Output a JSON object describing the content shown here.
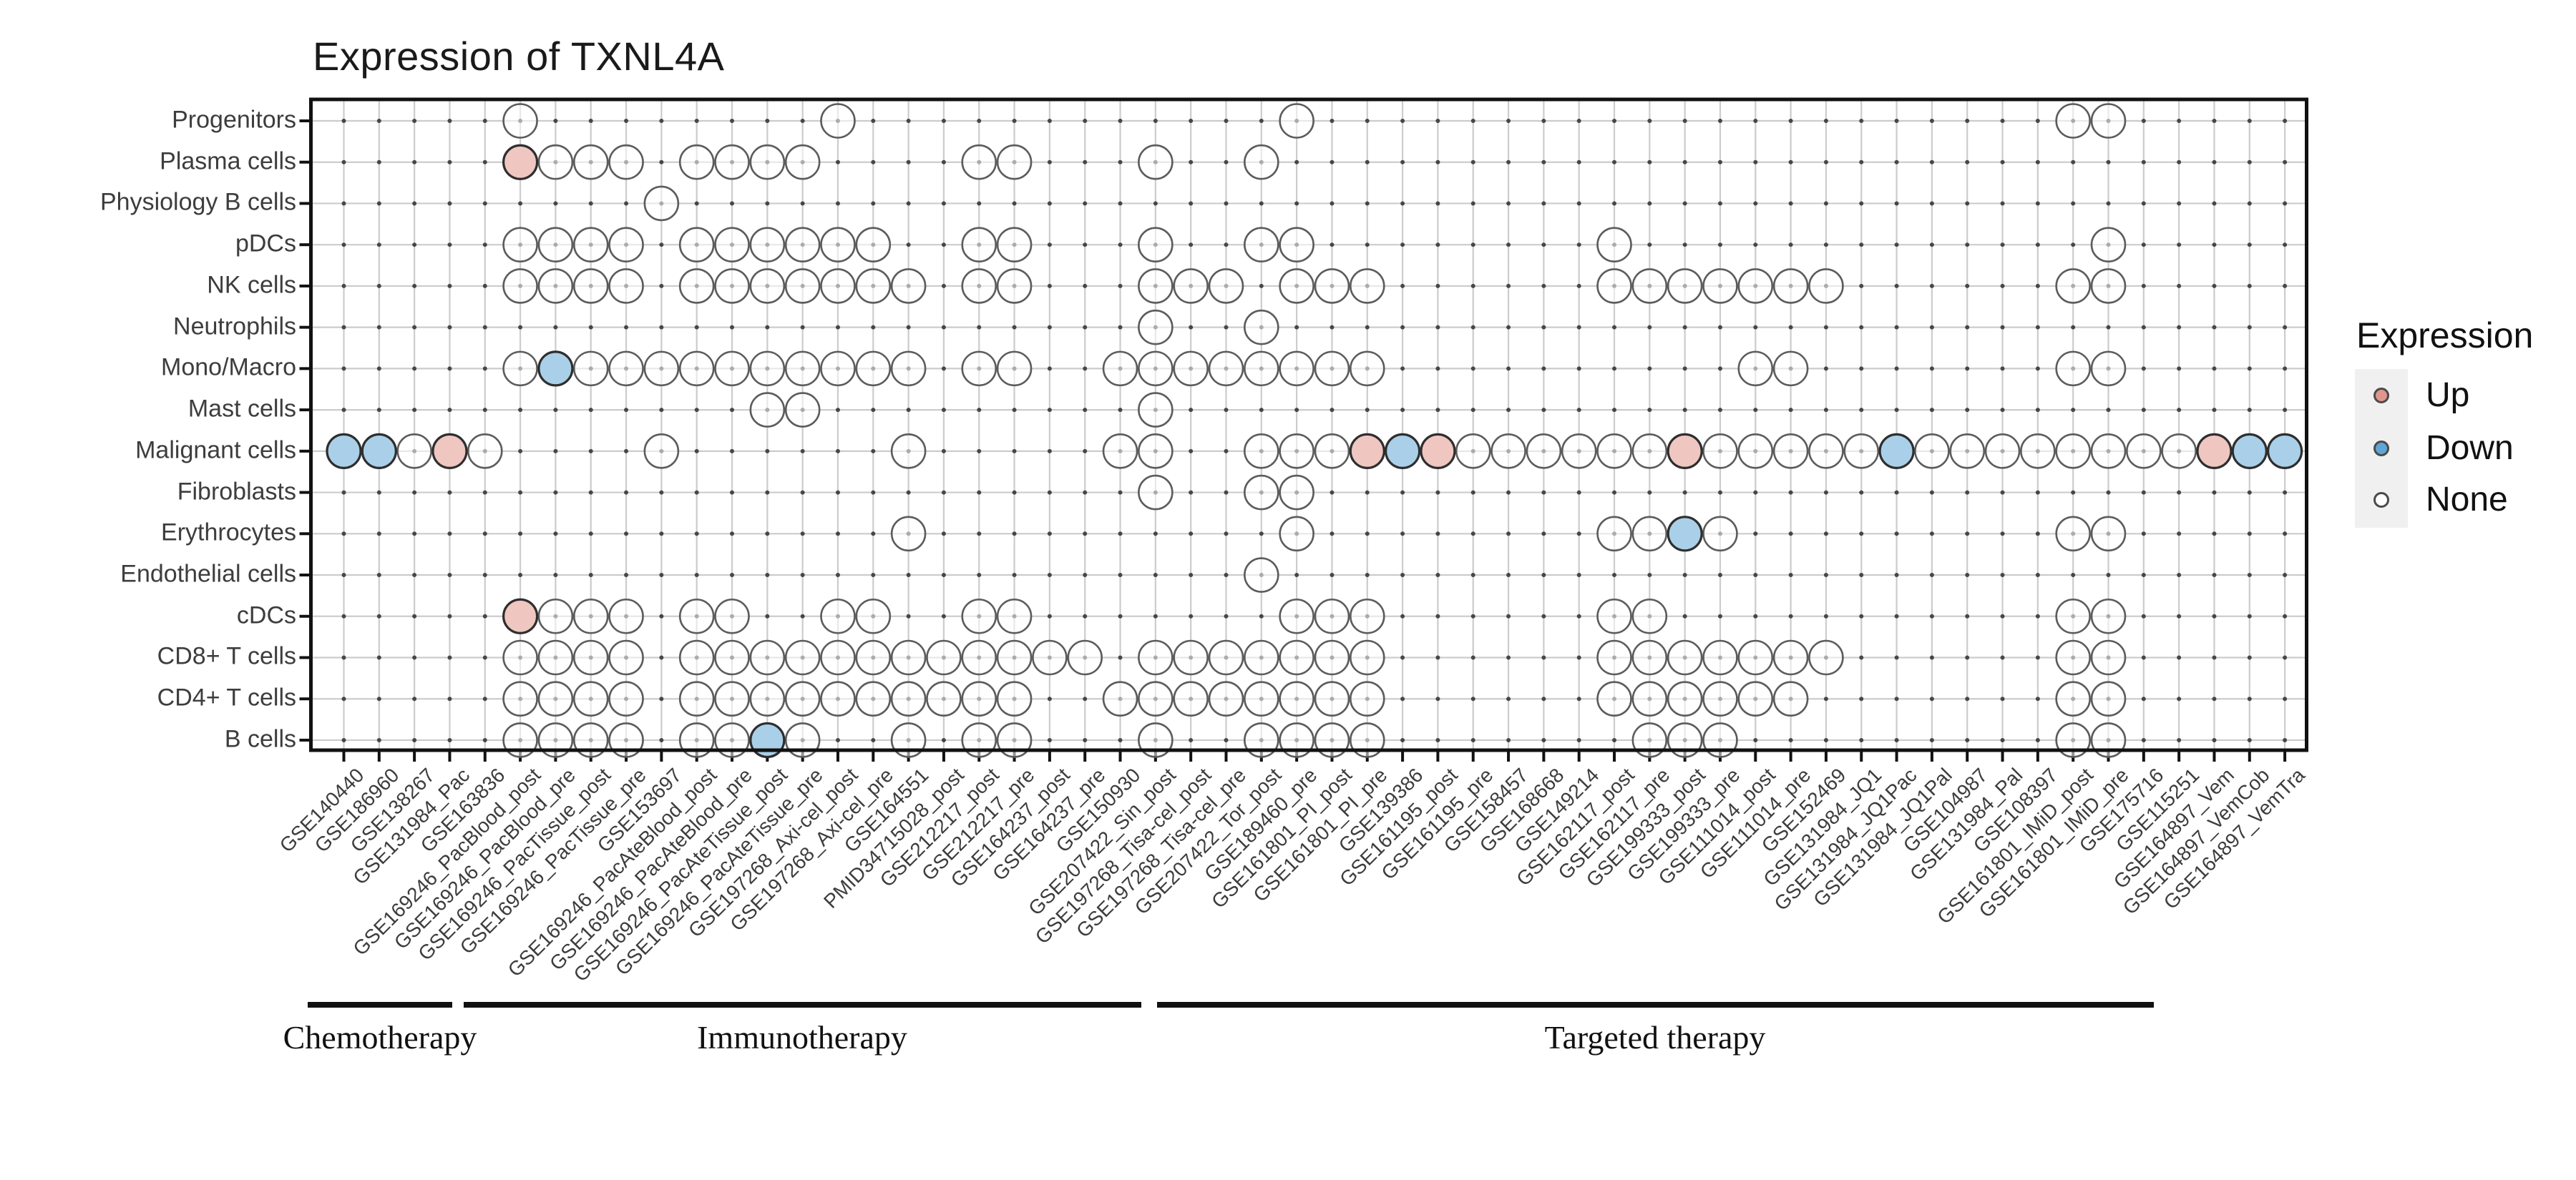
{
  "title": "Expression of TXNL4A",
  "legend": {
    "title": "Expression",
    "items": [
      {
        "label": "Up"
      },
      {
        "label": "Down"
      },
      {
        "label": "None"
      }
    ]
  },
  "colors": {
    "up_fill": "#efc7c0",
    "down_fill": "#a9d0e8",
    "none_fill": "rgba(255,255,255,0.55)",
    "none_stroke": "#5c5c5c",
    "filled_stroke": "#2e2e2e",
    "legend_up": "#e0968b",
    "legend_down": "#5fa6d7",
    "legend_none": "#ffffff",
    "grid": "#cccccc",
    "intersection_dot": "#2e2e2e",
    "axis": "#111111",
    "label_text": "#3d3d3d"
  },
  "chart_data": {
    "type": "dot-matrix",
    "title": "Expression of TXNL4A",
    "legend_position": "right",
    "grid": true,
    "rows": [
      "Progenitors",
      "Plasma cells",
      "Physiology B cells",
      "pDCs",
      "NK cells",
      "Neutrophils",
      "Mono/Macro",
      "Mast cells",
      "Malignant cells",
      "Fibroblasts",
      "Erythrocytes",
      "Endothelial cells",
      "cDCs",
      "CD8+ T cells",
      "CD4+ T cells",
      "B cells"
    ],
    "columns": [
      "GSE140440",
      "GSE186960",
      "GSE138267",
      "GSE131984_Pac",
      "GSE163836",
      "GSE169246_PacBlood_post",
      "GSE169246_PacBlood_pre",
      "GSE169246_PacTissue_post",
      "GSE169246_PacTissue_pre",
      "GSE153697",
      "GSE169246_PacAteBlood_post",
      "GSE169246_PacAteBlood_pre",
      "GSE169246_PacAteTissue_post",
      "GSE169246_PacAteTissue_pre",
      "GSE197268_Axi-cel_post",
      "GSE197268_Axi-cel_pre",
      "GSE164551",
      "PMID34715028_post",
      "GSE212217_post",
      "GSE212217_pre",
      "GSE164237_post",
      "GSE164237_pre",
      "GSE150930",
      "GSE207422_Sin_post",
      "GSE197268_Tisa-cel_post",
      "GSE197268_Tisa-cel_pre",
      "GSE207422_Tor_post",
      "GSE189460_pre",
      "GSE161801_PI_post",
      "GSE161801_PI_pre",
      "GSE139386",
      "GSE161195_post",
      "GSE161195_pre",
      "GSE158457",
      "GSE168668",
      "GSE149214",
      "GSE162117_post",
      "GSE162117_pre",
      "GSE199333_post",
      "GSE199333_pre",
      "GSE111014_post",
      "GSE111014_pre",
      "GSE152469",
      "GSE131984_JQ1",
      "GSE131984_JQ1Pac",
      "GSE131984_JQ1Pal",
      "GSE104987",
      "GSE131984_Pal",
      "GSE108397",
      "GSE161801_IMiD_post",
      "GSE161801_IMiD_pre",
      "GSE175716",
      "GSE115251",
      "GSE164897_Vem",
      "GSE164897_VemCob",
      "GSE164897_VemTra"
    ],
    "groups": [
      {
        "label": "Chemotherapy",
        "from": 1,
        "to": 4
      },
      {
        "label": "Immunotherapy",
        "from": 5,
        "to": 23
      },
      {
        "label": "Targeted therapy",
        "from": 24,
        "to": 56
      }
    ],
    "cells": [
      {
        "row": "Progenitors",
        "none": [
          6,
          15,
          28,
          50,
          51
        ]
      },
      {
        "row": "Plasma cells",
        "up": [
          6
        ],
        "none": [
          7,
          8,
          9,
          11,
          12,
          13,
          14,
          19,
          20,
          24,
          27
        ]
      },
      {
        "row": "Physiology B cells",
        "none": [
          10
        ]
      },
      {
        "row": "pDCs",
        "none": [
          6,
          7,
          8,
          9,
          11,
          12,
          13,
          14,
          15,
          16,
          19,
          20,
          24,
          27,
          28,
          37,
          51
        ]
      },
      {
        "row": "NK cells",
        "none": [
          6,
          7,
          8,
          9,
          11,
          12,
          13,
          14,
          15,
          16,
          17,
          19,
          20,
          24,
          25,
          26,
          28,
          29,
          30,
          37,
          38,
          39,
          40,
          41,
          42,
          43,
          50,
          51
        ]
      },
      {
        "row": "Neutrophils",
        "none": [
          24,
          27
        ]
      },
      {
        "row": "Mono/Macro",
        "down": [
          7
        ],
        "none": [
          6,
          8,
          9,
          10,
          11,
          12,
          13,
          14,
          15,
          16,
          17,
          19,
          20,
          23,
          24,
          25,
          26,
          27,
          28,
          29,
          30,
          41,
          42,
          50,
          51
        ]
      },
      {
        "row": "Mast cells",
        "none": [
          13,
          14,
          24
        ]
      },
      {
        "row": "Malignant cells",
        "up": [
          4,
          30,
          32,
          39,
          54
        ],
        "down": [
          1,
          2,
          31,
          45,
          55,
          56
        ],
        "none": [
          3,
          5,
          10,
          17,
          23,
          24,
          27,
          28,
          29,
          33,
          34,
          35,
          36,
          37,
          38,
          40,
          41,
          42,
          43,
          44,
          46,
          47,
          48,
          49,
          50,
          51,
          52,
          53
        ]
      },
      {
        "row": "Fibroblasts",
        "none": [
          24,
          27,
          28
        ]
      },
      {
        "row": "Erythrocytes",
        "down": [
          39
        ],
        "none": [
          17,
          28,
          37,
          38,
          40,
          50,
          51
        ]
      },
      {
        "row": "Endothelial cells",
        "none": [
          27
        ]
      },
      {
        "row": "cDCs",
        "up": [
          6
        ],
        "none": [
          7,
          8,
          9,
          11,
          12,
          15,
          16,
          19,
          20,
          28,
          29,
          30,
          37,
          38,
          50,
          51
        ]
      },
      {
        "row": "CD8+ T cells",
        "none": [
          6,
          7,
          8,
          9,
          11,
          12,
          13,
          14,
          15,
          16,
          17,
          18,
          19,
          20,
          21,
          22,
          24,
          25,
          26,
          27,
          28,
          29,
          30,
          37,
          38,
          39,
          40,
          41,
          42,
          43,
          50,
          51
        ]
      },
      {
        "row": "CD4+ T cells",
        "none": [
          6,
          7,
          8,
          9,
          11,
          12,
          13,
          14,
          15,
          16,
          17,
          18,
          19,
          20,
          23,
          24,
          25,
          26,
          27,
          28,
          29,
          30,
          37,
          38,
          39,
          40,
          41,
          42,
          50,
          51
        ]
      },
      {
        "row": "B cells",
        "down": [
          13
        ],
        "none": [
          6,
          7,
          8,
          9,
          11,
          12,
          14,
          17,
          19,
          20,
          24,
          27,
          28,
          29,
          30,
          38,
          39,
          40,
          50,
          51
        ]
      }
    ]
  }
}
